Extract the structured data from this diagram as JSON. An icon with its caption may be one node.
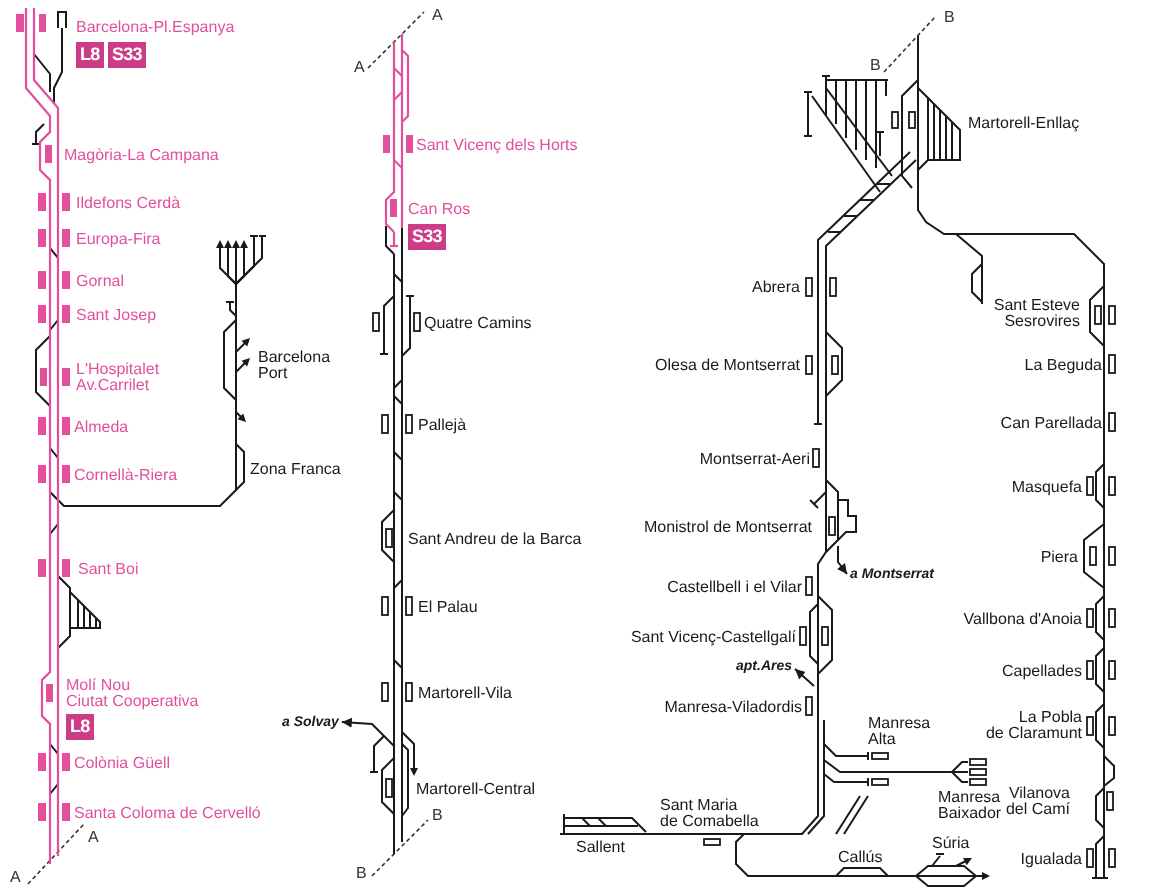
{
  "diagram": {
    "nodes": [
      {
        "text": [
          "a Solvay"
        ]
      },
      {
        "text": [
          "a Montserrat"
        ]
      },
      {
        "text": [
          "apt.Ares"
        ]
      }
    ],
    "edges": [
      {
        "from": null,
        "to": 0,
        "arrow": "to"
      },
      {
        "from": null,
        "to": 1,
        "arrow": "to"
      },
      {
        "from": null,
        "to": 2,
        "arrow": "to"
      }
    ],
    "labels": [
      "Barcelona-Pl.Espanya",
      "L8",
      "S33",
      "Magòria-La Campana",
      "Ildefons Cerdà",
      "Europa-Fira",
      "Gornal",
      "Sant Josep",
      "Barcelona Port",
      "L'Hospitalet Av.Carrilet",
      "Almeda",
      "Zona Franca",
      "Cornellà-Riera",
      "Sant Boi",
      "Molí Nou Ciutat Cooperativa",
      "L8",
      "Colònia Güell",
      "Santa Coloma de Cervelló",
      "A",
      "A",
      "A",
      "A",
      "Sant Vicenç dels Horts",
      "Can Ros",
      "S33",
      "Quatre Camins",
      "Pallejà",
      "Sant Andreu de la Barca",
      "El Palau",
      "Martorell-Vila",
      "Martorell-Central",
      "B",
      "B",
      "B",
      "B",
      "Martorell-Enllaç",
      "Abrera",
      "Sant Esteve Sesrovires",
      "Olesa de Montserrat",
      "La Beguda",
      "Can Parellada",
      "Montserrat-Aeri",
      "Masquefa",
      "Monistrol de Montserrat",
      "Piera",
      "Castellbell i el Vilar",
      "Vallbona d'Anoia",
      "Sant Vicenç-Castellgalí",
      "Capellades",
      "Manresa-Viladordis",
      "La Pobla de Claramunt",
      "Manresa Alta",
      "Vilanova del Camí",
      "Manresa Baixador",
      "Sant Maria de Comabella",
      "Súria",
      "Sallent",
      "Callús",
      "Igualada"
    ]
  }
}
